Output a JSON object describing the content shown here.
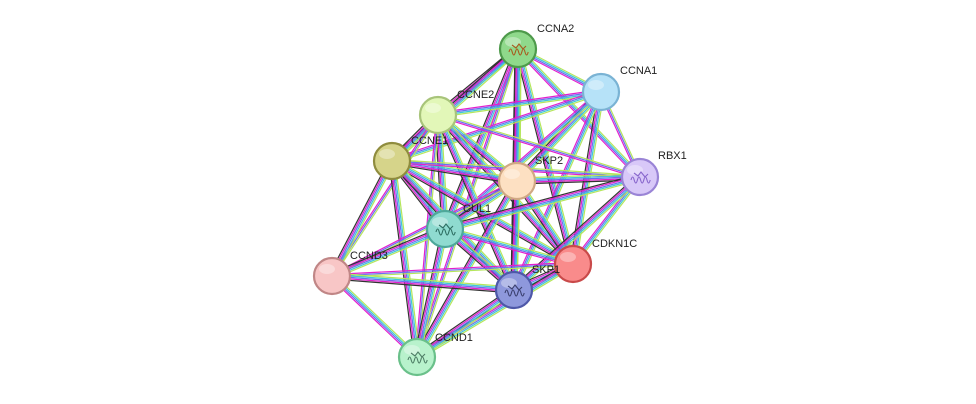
{
  "network": {
    "edge_colors": [
      "#b5e65c",
      "#3ec8d8",
      "#6a6ff0",
      "#e21fcd",
      "#333333"
    ],
    "nodes": [
      {
        "id": "CCNA2",
        "label": "CCNA2",
        "fill": "#8fd98b",
        "stroke": "#4e9a4b",
        "has_structure": true,
        "structure_color": "#a85a1e"
      },
      {
        "id": "CCNA1",
        "label": "CCNA1",
        "fill": "#b6e2f8",
        "stroke": "#7ab3d4",
        "has_structure": false
      },
      {
        "id": "CCNE2",
        "label": "CCNE2",
        "fill": "#e2f7b8",
        "stroke": "#a8c47a",
        "has_structure": false
      },
      {
        "id": "CCNE1",
        "label": "CCNE1",
        "fill": "#d6d48a",
        "stroke": "#8f8c3e",
        "has_structure": false
      },
      {
        "id": "SKP2",
        "label": "SKP2",
        "fill": "#fde0c2",
        "stroke": "#d0a884",
        "has_structure": false
      },
      {
        "id": "RBX1",
        "label": "RBX1",
        "fill": "#d8c8f8",
        "stroke": "#9a84d6",
        "has_structure": true,
        "structure_color": "#8866cc"
      },
      {
        "id": "CUL1",
        "label": "CUL1",
        "fill": "#8fdbd0",
        "stroke": "#4ea89a",
        "has_structure": true,
        "structure_color": "#2d6e62"
      },
      {
        "id": "CDKN1C",
        "label": "CDKN1C",
        "fill": "#f98b8b",
        "stroke": "#c94a4a",
        "has_structure": false
      },
      {
        "id": "CCND3",
        "label": "CCND3",
        "fill": "#f8c6c6",
        "stroke": "#c08686",
        "has_structure": false
      },
      {
        "id": "SKP1",
        "label": "SKP1",
        "fill": "#8e98dc",
        "stroke": "#4e58a8",
        "has_structure": true,
        "structure_color": "#3a3f6e"
      },
      {
        "id": "CCND1",
        "label": "CCND1",
        "fill": "#b8f2cc",
        "stroke": "#6ac08a",
        "has_structure": true,
        "structure_color": "#4e7e66"
      }
    ],
    "edges": [
      [
        "CCNA2",
        "CCNA1",
        [
          0,
          1,
          2,
          3
        ]
      ],
      [
        "CCNA2",
        "CCNE2",
        [
          0,
          1,
          2,
          3,
          4
        ]
      ],
      [
        "CCNA2",
        "CCNE1",
        [
          0,
          1,
          2,
          3,
          4
        ]
      ],
      [
        "CCNA2",
        "SKP2",
        [
          0,
          1,
          2,
          3,
          4
        ]
      ],
      [
        "CCNA2",
        "RBX1",
        [
          0,
          1,
          2,
          3
        ]
      ],
      [
        "CCNA2",
        "CUL1",
        [
          0,
          1,
          2,
          3,
          4
        ]
      ],
      [
        "CCNA2",
        "CDKN1C",
        [
          0,
          1,
          2,
          3,
          4
        ]
      ],
      [
        "CCNA2",
        "SKP1",
        [
          0,
          1,
          2,
          3,
          4
        ]
      ],
      [
        "CCNA2",
        "CCND1",
        [
          0,
          2,
          3
        ]
      ],
      [
        "CCNA1",
        "CCNE2",
        [
          0,
          1,
          2,
          3
        ]
      ],
      [
        "CCNA1",
        "CCNE1",
        [
          0,
          1,
          2,
          3
        ]
      ],
      [
        "CCNA1",
        "SKP2",
        [
          0,
          1,
          2,
          3,
          4
        ]
      ],
      [
        "CCNA1",
        "RBX1",
        [
          0,
          2,
          3
        ]
      ],
      [
        "CCNA1",
        "CUL1",
        [
          0,
          1,
          2,
          3
        ]
      ],
      [
        "CCNA1",
        "CDKN1C",
        [
          0,
          1,
          2,
          3,
          4
        ]
      ],
      [
        "CCNA1",
        "SKP1",
        [
          0,
          1,
          2,
          3
        ]
      ],
      [
        "CCNE2",
        "CCNE1",
        [
          0,
          1,
          2,
          3,
          4
        ]
      ],
      [
        "CCNE2",
        "SKP2",
        [
          0,
          1,
          2,
          3,
          4
        ]
      ],
      [
        "CCNE2",
        "RBX1",
        [
          0,
          2,
          3
        ]
      ],
      [
        "CCNE2",
        "CUL1",
        [
          0,
          1,
          2,
          3,
          4
        ]
      ],
      [
        "CCNE2",
        "CDKN1C",
        [
          0,
          1,
          2,
          3,
          4
        ]
      ],
      [
        "CCNE2",
        "SKP1",
        [
          0,
          1,
          2,
          3,
          4
        ]
      ],
      [
        "CCNE2",
        "CCND3",
        [
          0,
          2,
          3
        ]
      ],
      [
        "CCNE2",
        "CCND1",
        [
          0,
          2,
          3
        ]
      ],
      [
        "CCNE1",
        "SKP2",
        [
          0,
          1,
          2,
          3,
          4
        ]
      ],
      [
        "CCNE1",
        "RBX1",
        [
          0,
          2,
          3
        ]
      ],
      [
        "CCNE1",
        "CUL1",
        [
          0,
          1,
          2,
          3,
          4
        ]
      ],
      [
        "CCNE1",
        "CDKN1C",
        [
          0,
          1,
          2,
          3,
          4
        ]
      ],
      [
        "CCNE1",
        "CCND3",
        [
          0,
          1,
          2,
          3,
          4
        ]
      ],
      [
        "CCNE1",
        "SKP1",
        [
          0,
          1,
          2,
          3,
          4
        ]
      ],
      [
        "CCNE1",
        "CCND1",
        [
          0,
          1,
          2,
          3,
          4
        ]
      ],
      [
        "SKP2",
        "RBX1",
        [
          0,
          1,
          2,
          3,
          4
        ]
      ],
      [
        "SKP2",
        "CUL1",
        [
          0,
          1,
          2,
          3,
          4
        ]
      ],
      [
        "SKP2",
        "CDKN1C",
        [
          0,
          1,
          2,
          3,
          4
        ]
      ],
      [
        "SKP2",
        "CCND3",
        [
          0,
          2,
          3
        ]
      ],
      [
        "SKP2",
        "SKP1",
        [
          0,
          1,
          2,
          3,
          4
        ]
      ],
      [
        "SKP2",
        "CCND1",
        [
          0,
          1,
          2,
          3,
          4
        ]
      ],
      [
        "RBX1",
        "CUL1",
        [
          0,
          1,
          2,
          3,
          4
        ]
      ],
      [
        "RBX1",
        "CDKN1C",
        [
          0,
          1,
          2,
          3
        ]
      ],
      [
        "RBX1",
        "SKP1",
        [
          0,
          1,
          2,
          3,
          4
        ]
      ],
      [
        "CUL1",
        "CDKN1C",
        [
          0,
          1,
          2,
          3
        ]
      ],
      [
        "CUL1",
        "CCND3",
        [
          0,
          1,
          2,
          3,
          4
        ]
      ],
      [
        "CUL1",
        "SKP1",
        [
          0,
          1,
          2,
          3,
          4
        ]
      ],
      [
        "CUL1",
        "CCND1",
        [
          0,
          1,
          2,
          3,
          4
        ]
      ],
      [
        "CDKN1C",
        "CCND3",
        [
          0,
          2,
          3
        ]
      ],
      [
        "CDKN1C",
        "SKP1",
        [
          0,
          1,
          2,
          3,
          4
        ]
      ],
      [
        "CDKN1C",
        "CCND1",
        [
          0,
          1,
          2,
          3,
          4
        ]
      ],
      [
        "CCND3",
        "SKP1",
        [
          0,
          1,
          2,
          3,
          4
        ]
      ],
      [
        "CCND3",
        "CCND1",
        [
          0,
          1,
          2,
          3
        ]
      ],
      [
        "SKP1",
        "CCND1",
        [
          0,
          1,
          2,
          3,
          4
        ]
      ]
    ]
  }
}
